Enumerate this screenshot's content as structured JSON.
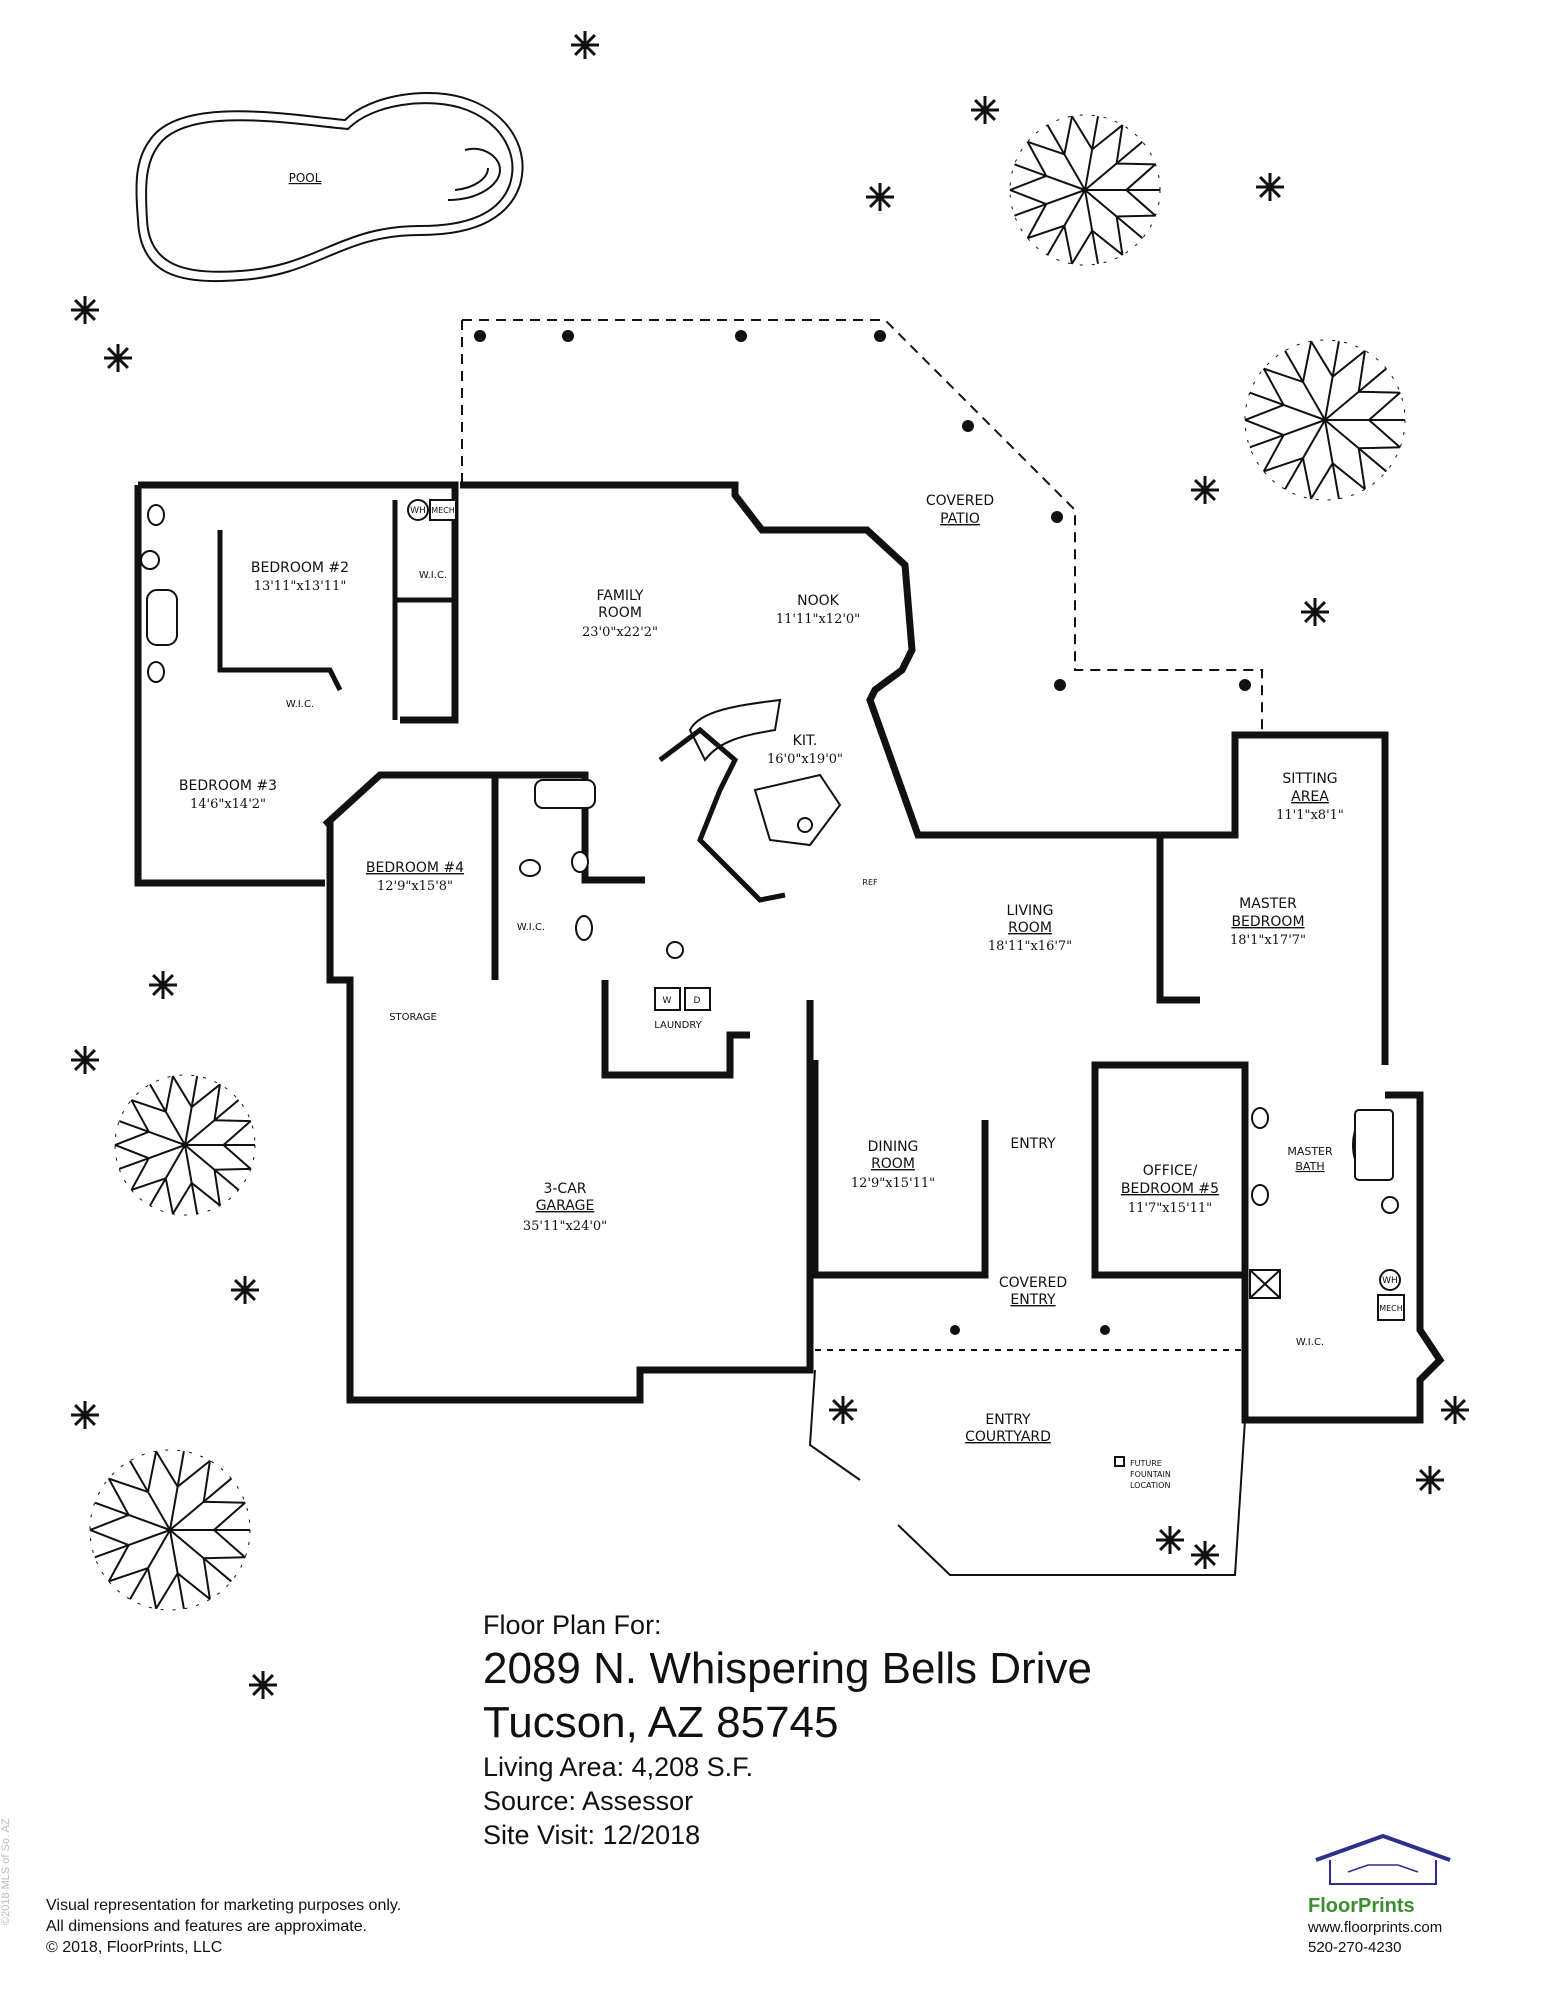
{
  "rooms": {
    "pool": {
      "name": "POOL"
    },
    "covered_patio": {
      "line1": "COVERED",
      "line2": "PATIO"
    },
    "bedroom2": {
      "name": "BEDROOM #2",
      "dim": "13'11\"x13'11\""
    },
    "family_room": {
      "line1": "FAMILY",
      "line2": "ROOM",
      "dim": "23'0\"x22'2\""
    },
    "nook": {
      "name": "NOOK",
      "dim": "11'11\"x12'0\""
    },
    "bedroom3": {
      "name": "BEDROOM #3",
      "dim": "14'6\"x14'2\""
    },
    "kitchen": {
      "name": "KIT.",
      "dim": "16'0\"x19'0\""
    },
    "sitting_area": {
      "line1": "SITTING",
      "line2": "AREA",
      "dim": "11'1\"x8'1\""
    },
    "bedroom4": {
      "name": "BEDROOM #4",
      "dim": "12'9\"x15'8\""
    },
    "living_room": {
      "line1": "LIVING",
      "line2": "ROOM",
      "dim": "18'11\"x16'7\""
    },
    "master_bedroom": {
      "line1": "MASTER",
      "line2": "BEDROOM",
      "dim": "18'1\"x17'7\""
    },
    "storage": {
      "name": "STORAGE"
    },
    "laundry": {
      "name": "LAUNDRY"
    },
    "garage": {
      "line1": "3-CAR",
      "line2": "GARAGE",
      "dim": "35'11\"x24'0\""
    },
    "dining_room": {
      "line1": "DINING",
      "line2": "ROOM",
      "dim": "12'9\"x15'11\""
    },
    "entry": {
      "name": "ENTRY"
    },
    "office": {
      "line1": "OFFICE/",
      "line2": "BEDROOM #5",
      "dim": "11'7\"x15'11\""
    },
    "master_bath": {
      "line1": "MASTER",
      "line2": "BATH"
    },
    "covered_entry": {
      "line1": "COVERED",
      "line2": "ENTRY"
    },
    "entry_courtyard": {
      "line1": "ENTRY",
      "line2": "COURTYARD"
    },
    "fountain": {
      "line1": "FUTURE",
      "line2": "FOUNTAIN",
      "line3": "LOCATION"
    }
  },
  "fixtures": {
    "wic": "W.I.C.",
    "wh": "WH",
    "mech": "MECH",
    "ref": "REF",
    "washer": "W",
    "dryer": "D"
  },
  "title_block": {
    "intro": "Floor Plan For:",
    "address1": "2089 N. Whispering Bells Drive",
    "address2": "Tucson, AZ  85745",
    "living_area": "Living Area:  4,208 S.F.",
    "source": "Source:  Assessor",
    "site_visit": "Site Visit:  12/2018"
  },
  "disclaimer": {
    "line1": "Visual representation for marketing purposes only.",
    "line2": "All dimensions and features are approximate.",
    "line3": "© 2018, FloorPrints, LLC"
  },
  "logo": {
    "brand": "FloorPrints",
    "website": "www.floorprints.com",
    "phone": "520-270-4230"
  },
  "watermark": "©2018 MLS of So. AZ"
}
